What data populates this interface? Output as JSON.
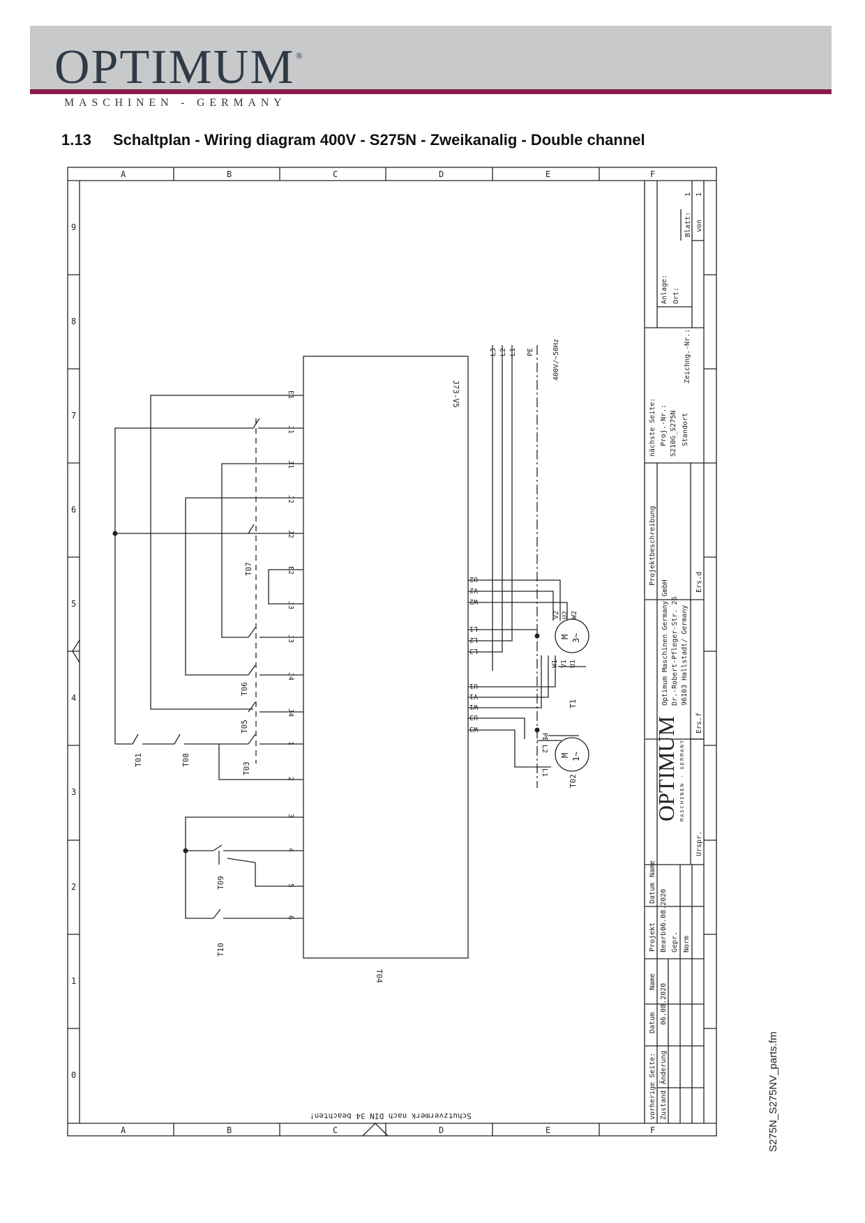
{
  "header": {
    "brand": "OPTIMUM",
    "registered": "®",
    "tagline": "MASCHINEN - GERMANY"
  },
  "section": {
    "number": "1.13",
    "title": "Schaltplan - Wiring diagram 400V - S275N - Zweikanalig - Double channel"
  },
  "side_filename": "S275N_S275NV_parts.fm",
  "diagram": {
    "column_letters": [
      "A",
      "B",
      "C",
      "D",
      "E",
      "F"
    ],
    "row_numbers": [
      "9",
      "8",
      "7",
      "6",
      "5",
      "4",
      "3",
      "2",
      "1",
      "0"
    ],
    "footer_note": "Schutzvermerk nach DIN 34 beachten!",
    "controller": {
      "label": "T04",
      "model": "J73-V5",
      "terminals_left": [
        "E1",
        "J1",
        "J1",
        "J2",
        "J2",
        "E2",
        "J3",
        "J3",
        "J4",
        "J4",
        "1",
        "2",
        "3",
        "4",
        "5",
        "6"
      ],
      "terminals_right": [
        "U2",
        "V2",
        "W2",
        "L1",
        "L2",
        "L3",
        "U1",
        "V1",
        "W1",
        "U3",
        "W3"
      ]
    },
    "components": {
      "t01": "T01",
      "t08": "T08",
      "t03": "T03",
      "t05": "T05",
      "t06": "T06",
      "t07": "T07",
      "t09": "T09",
      "t10": "T10",
      "t1": "T1",
      "t02": "T02"
    },
    "supply": {
      "lines": [
        "L3",
        "L2",
        "L1",
        "PE"
      ],
      "rating": "400V/~50Hz"
    },
    "motor_main": {
      "symbol_m": "M",
      "symbol_phase": "3~",
      "terminals": [
        "V2",
        "U2",
        "W2",
        "W1",
        "V1",
        "U1"
      ]
    },
    "motor_pump": {
      "symbol_m": "M",
      "symbol_phase": "1~",
      "terminals": [
        "PE",
        "L2",
        "L1"
      ]
    },
    "title_block": {
      "naechste_seite": "nächste Seite:",
      "proj_nr_label": "Proj.-Nr.:",
      "proj_nr": "S210G_S275N",
      "standort": "Standort",
      "anlage": "Anlage:",
      "ort": "Ort:",
      "zeichng_nr": "Zeichng.-Nr.:",
      "blatt_label": "Blatt:",
      "blatt": "1",
      "von_label": "von",
      "von": "1",
      "projektbeschreibung": "Projektbeschreibung",
      "company": "Optimum Maschinen Germany GmbH",
      "street": "Dr.-Robert-Pfleger-Str. 26",
      "city": "96103 Hallstadt/ Germany",
      "ers_d": "Ers.d",
      "ers_f": "Ers.f",
      "urspr": "Urspr.",
      "logo_brand": "OPTIMUM",
      "logo_tagline": "MASCHINEN · GERMANY",
      "projekt": "Projekt",
      "datum": "Datum",
      "name": "Name",
      "bearb": "Bearb.",
      "bearb_datum": "06.08.2020",
      "gepr": "Gepr.",
      "norm": "Norm",
      "datum2": "Datum",
      "name2": "Name",
      "datum2_value": "06.08.2020",
      "vorherige_seite": "vorherige Seite:",
      "zustand": "Zustand",
      "aenderung": "Änderung"
    }
  }
}
